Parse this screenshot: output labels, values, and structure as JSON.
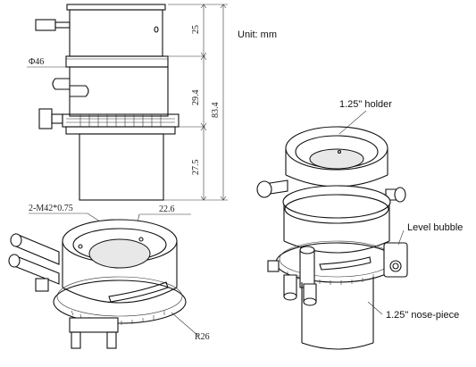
{
  "unit_label": "Unit: mm",
  "dimensions": {
    "top_height": "25",
    "mid_height": "29.4",
    "bottom_height": "27.5",
    "total_height": "83.4",
    "diameter": "Φ46",
    "thread": "2-M42*0.75",
    "inner": "22.6",
    "radius": "R26"
  },
  "callouts": {
    "holder": "1.25\" holder",
    "bubble": "Level bubble",
    "nosepiece": "1.25\" nose-piece"
  }
}
